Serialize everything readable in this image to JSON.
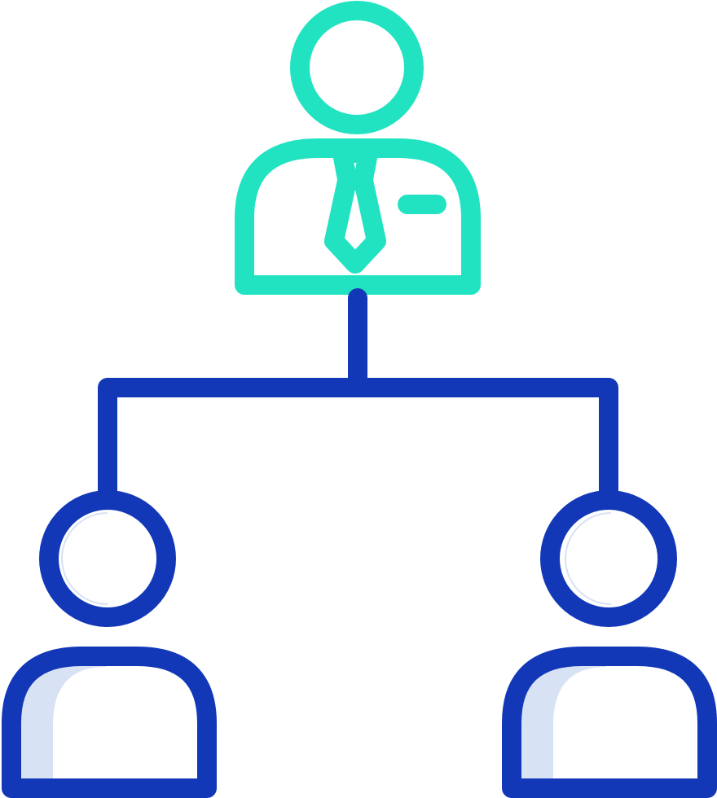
{
  "icon": {
    "name": "org-chart-icon",
    "description_type": "hierarchy-icon",
    "nodes": [
      {
        "role": "manager",
        "icon": "businessman-icon"
      },
      {
        "role": "subordinate-left",
        "icon": "user-icon"
      },
      {
        "role": "subordinate-right",
        "icon": "user-icon"
      }
    ]
  },
  "colors": {
    "manager_stroke": "#22e3c1",
    "connector_stroke": "#1238b8",
    "subordinate_stroke": "#1238b8",
    "subordinate_fill": "#d7e2f4",
    "background": "#ffffff"
  }
}
